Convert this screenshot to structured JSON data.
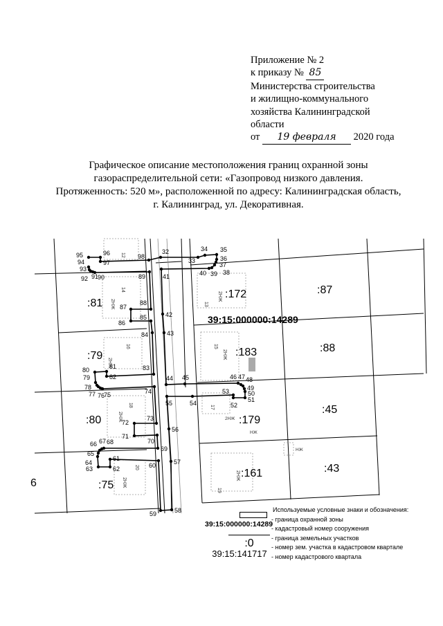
{
  "header": {
    "line1": "Приложение № 2",
    "line2_prefix": "к приказу №",
    "order_number": "85",
    "line3": "Министерства строительства",
    "line4": "и жилищно-коммунального",
    "line5": "хозяйства Калининградской",
    "line6": "области",
    "date_prefix": "от",
    "date_handwritten": "19 февраля",
    "date_suffix": "2020 года"
  },
  "title": {
    "line1": "Графическое описание местоположения границ охранной зоны",
    "line2": "газораспределительной сети: «Газопровод низкого давления.",
    "line3": "Протяженность: 520 м», расположенной по адресу: Калининградская область,",
    "line4": "г. Калининград, ул. Декоративная."
  },
  "map": {
    "cadastral_number": "39:15:000000:14289",
    "parcels": [
      ":81",
      ":79",
      ":80",
      ":75",
      ":172",
      ":87",
      ":183",
      ":88",
      ":179",
      ":45",
      ":161",
      ":43",
      "6"
    ],
    "buildings": [
      "2НЖ",
      "2НЖ",
      "2НЖ",
      "2НЖ",
      "2НЖ",
      "2НЖ",
      "2НЖ",
      "2НЖ",
      "НЖ",
      "НЖ",
      "14",
      "13",
      "16",
      "15",
      "18",
      "17",
      "20",
      "19",
      "12"
    ],
    "points": [
      "32",
      "33",
      "34",
      "35",
      "36",
      "37",
      "38",
      "39",
      "40",
      "41",
      "42",
      "43",
      "44",
      "45",
      "46",
      "47",
      "48",
      "49",
      "50",
      "51",
      "52",
      "53",
      "54",
      "55",
      "56",
      "57",
      "58",
      "59",
      "60",
      "61",
      "62",
      "63",
      "64",
      "65",
      "66",
      "67",
      "68",
      "69",
      "70",
      "71",
      "72",
      "73",
      "74",
      "75",
      "76",
      "77",
      "78",
      "79",
      "80",
      "81",
      "82",
      "83",
      "84",
      "85",
      "86",
      "87",
      "88",
      "89",
      "90",
      "91",
      "92",
      "93",
      "94",
      "95",
      "96",
      "97",
      "98"
    ]
  },
  "legend": {
    "heading": "Используемые условные знаки и обозначения:",
    "items": [
      {
        "symbol": "",
        "text": "- граница охранной зоны"
      },
      {
        "symbol": "39:15:000000:14289",
        "text": "- кадастровый номер сооружения"
      },
      {
        "symbol": "",
        "text": "- граница земельных участков"
      },
      {
        "symbol": ":0",
        "text": "- номер зем. участка в кадастровом квартале"
      },
      {
        "symbol": "39:15:141717",
        "text": "- номер кадастрового квартала"
      }
    ]
  }
}
